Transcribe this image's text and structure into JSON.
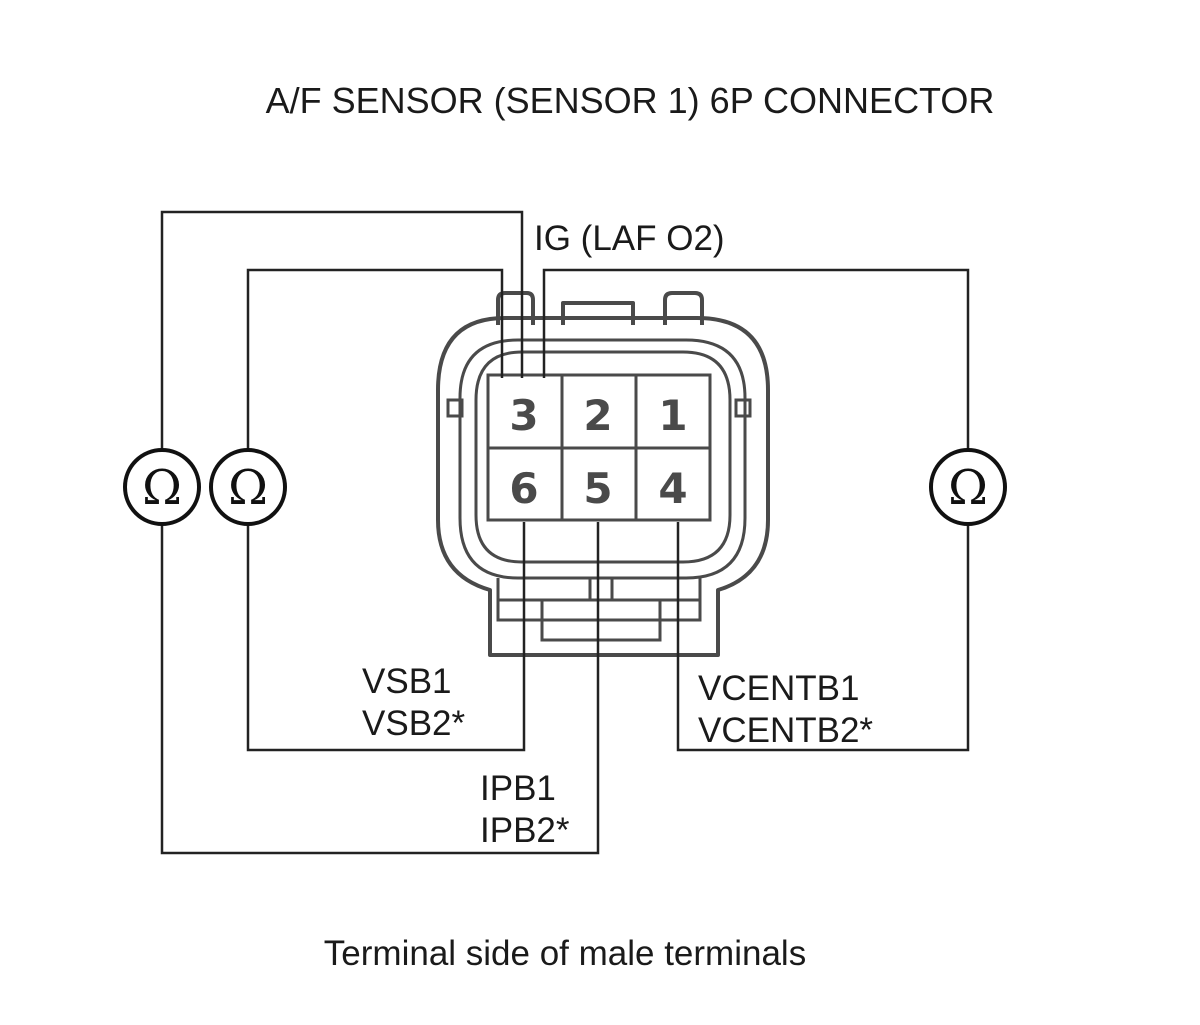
{
  "title": "A/F SENSOR (SENSOR 1) 6P CONNECTOR",
  "caption": "Terminal side of male terminals",
  "signals": {
    "ig": "IG (LAF O2)",
    "vsb1": "VSB1",
    "vsb2": "VSB2*",
    "ipb1": "IPB1",
    "ipb2": "IPB2*",
    "vcentb1": "VCENTB1",
    "vcentb2": "VCENTB2*"
  },
  "pins": {
    "top": [
      "3",
      "2",
      "1"
    ],
    "bottom": [
      "6",
      "5",
      "4"
    ]
  },
  "meters": {
    "symbol": "Ω",
    "count": 3
  }
}
